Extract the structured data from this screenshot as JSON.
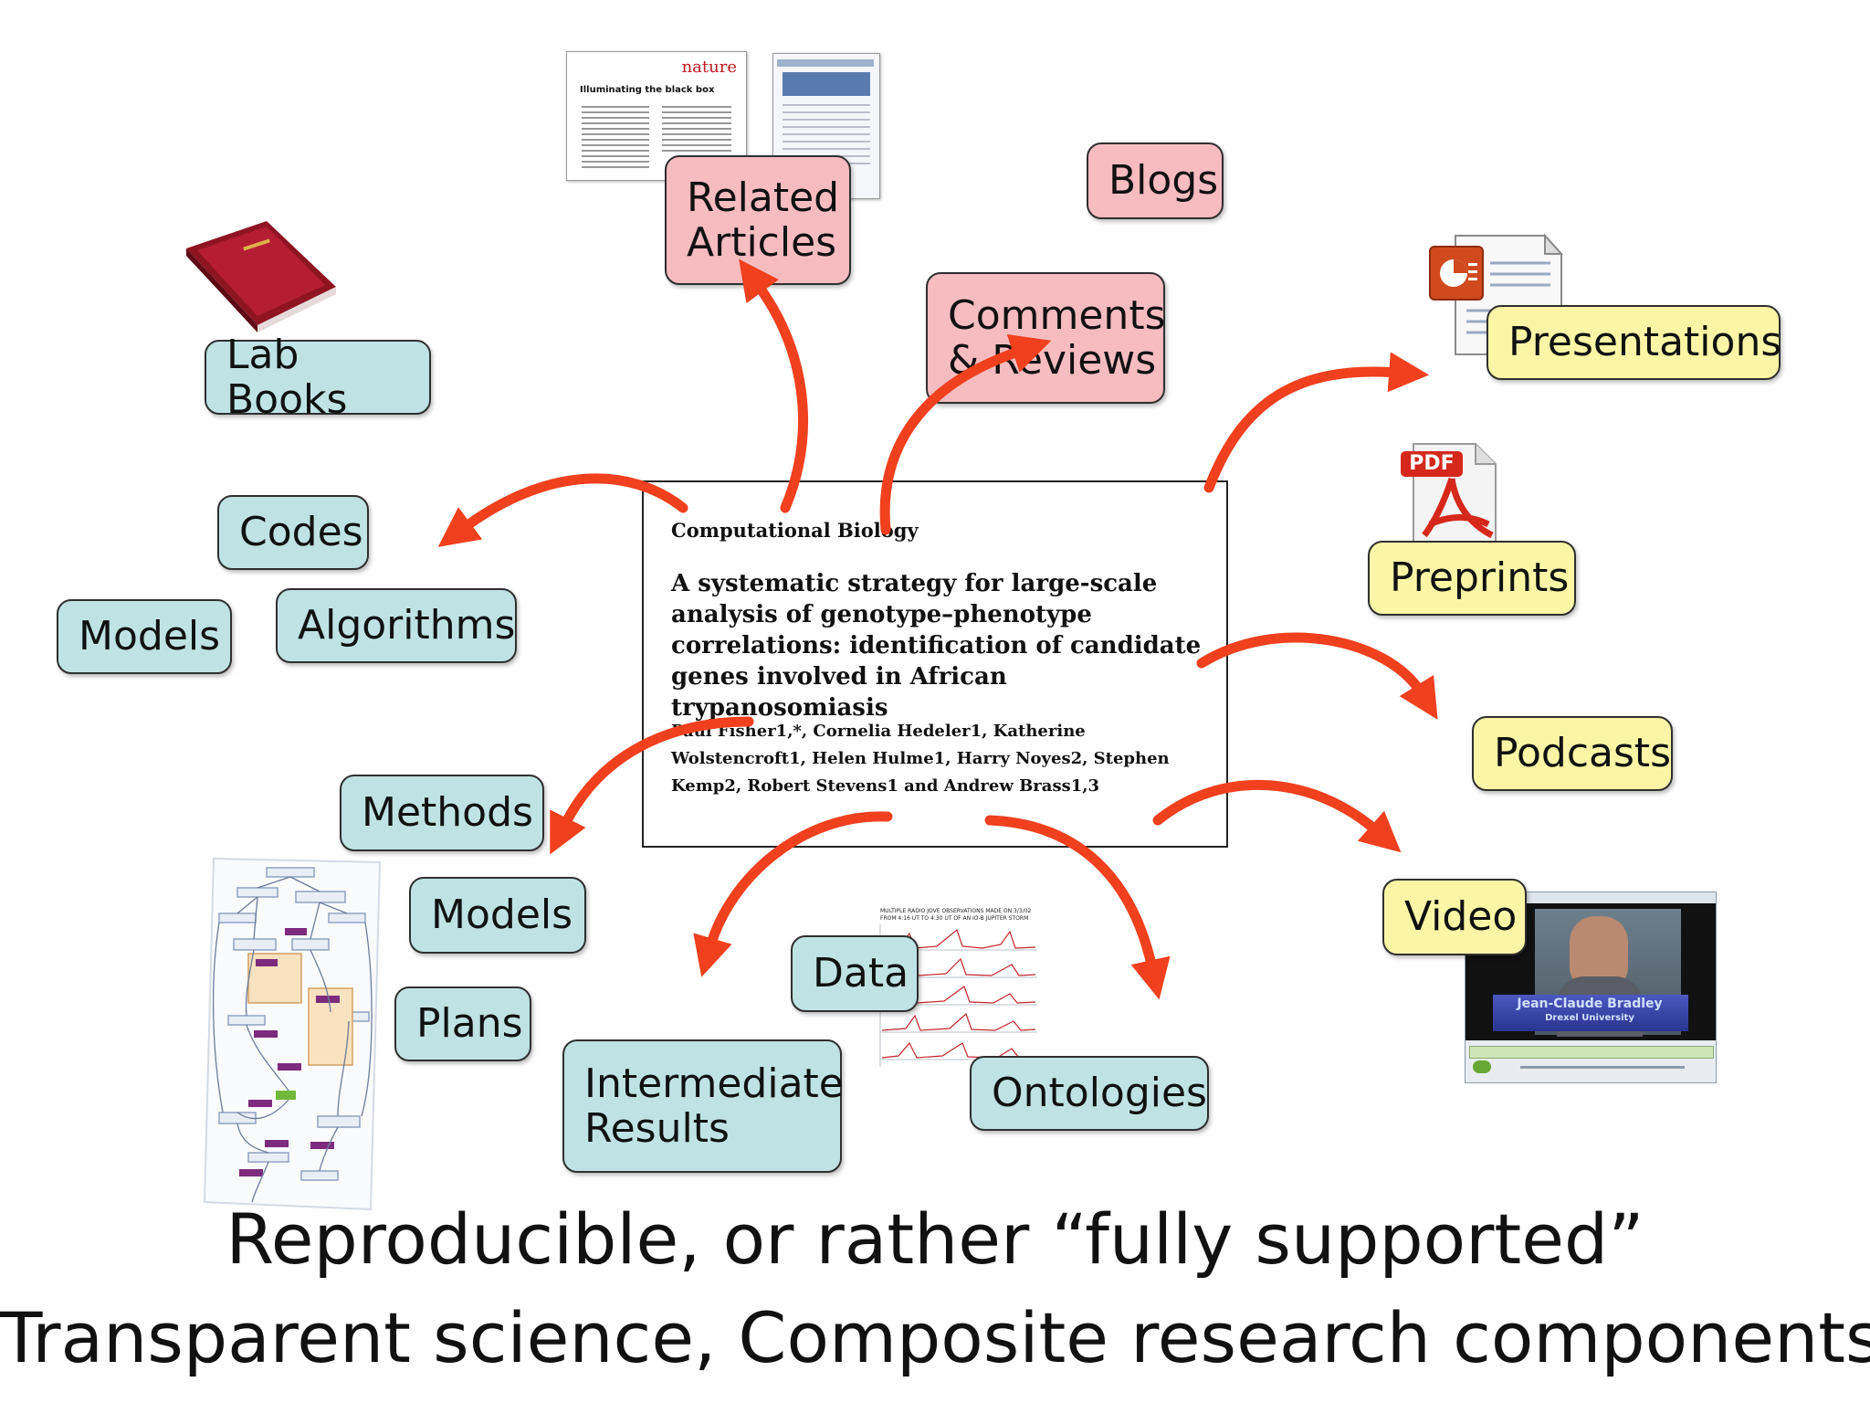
{
  "paper": {
    "journal": "Computational Biology",
    "title": "A systematic strategy for large-scale analysis of genotype–phenotype correlations: identification of candidate genes involved in African trypanosomiasis",
    "authors": "Paul Fisher1,*, Cornelia Hedeler1, Katherine Wolstencroft1, Helen Hulme1, Harry Noyes2, Stephen Kemp2, Robert Stevens1 and Andrew Brass1,3"
  },
  "boxes": {
    "related_articles": "Related\nArticles",
    "blogs": "Blogs",
    "comments_reviews": "Comments\n& Reviews",
    "presentations": "Presentations",
    "preprints": "Preprints",
    "podcasts": "Podcasts",
    "video": "Video",
    "lab_books": "Lab Books",
    "codes": "Codes",
    "models_left": "Models",
    "algorithms": "Algorithms",
    "methods": "Methods",
    "models_lower": "Models",
    "plans": "Plans",
    "data": "Data",
    "intermediate_results": "Intermediate\nResults",
    "ontologies": "Ontologies"
  },
  "images": {
    "nature_logo": "nature",
    "nature_article_title": "Illuminating the black box",
    "pdf_label": "PDF",
    "video_person_name": "Jean-Claude Bradley",
    "video_person_affiliation": "Drexel University",
    "chart_header_line1": "MULTIPLE RADIO JOVE OBSERVATIONS MADE ON 3/3/02",
    "chart_header_line2": "FROM 4:16 UT TO 4:30 UT OF AN IO-B JUPITER STORM"
  },
  "captions": {
    "line1": "Reproducible, or rather “fully supported”",
    "line2": "Transparent science, Composite research components"
  },
  "colors": {
    "arrow": "#f0401e",
    "blue_box": "#bfe3e4",
    "pink_box": "#f7bcc0",
    "yellow_box": "#fbf6a6"
  },
  "icons": [
    "red-book-icon",
    "powerpoint-document-icon",
    "pdf-document-icon"
  ]
}
